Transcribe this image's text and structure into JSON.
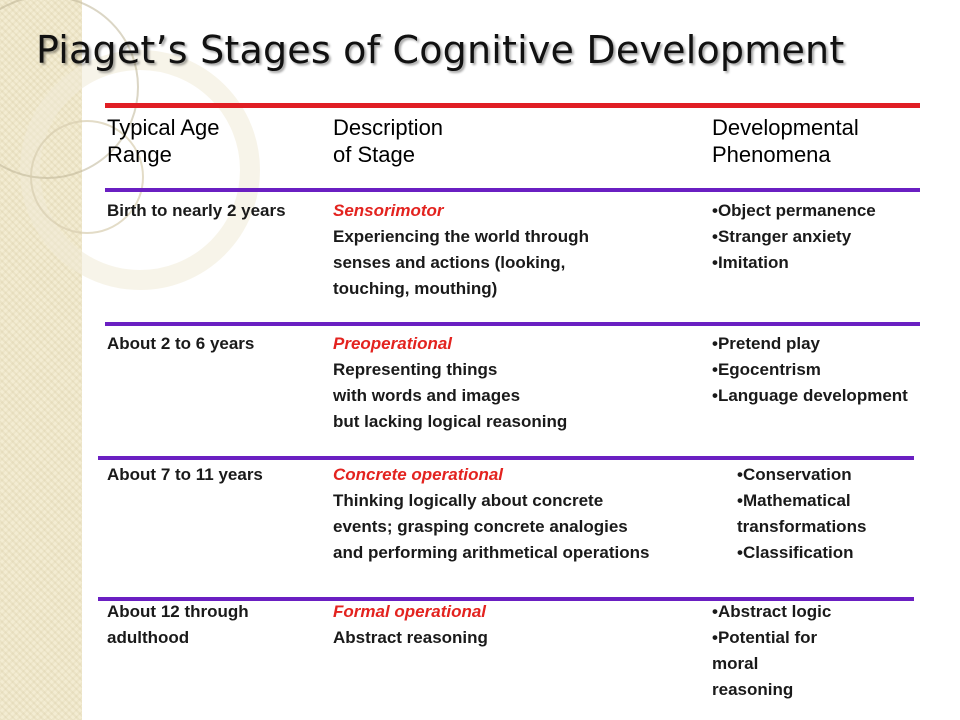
{
  "title": "Piaget’s Stages of Cognitive Development",
  "headers": [
    [
      "Typical Age",
      "Range"
    ],
    [
      "Description",
      "of Stage"
    ],
    [
      "Developmental",
      "Phenomena"
    ]
  ],
  "rows": [
    {
      "age": [
        "Birth to nearly 2 years"
      ],
      "stage": "Sensorimotor",
      "description": [
        "Experiencing the world through",
        "senses and actions (looking,",
        "touching, mouthing)"
      ],
      "phenomena": [
        "Object permanence",
        "Stranger anxiety",
        "Imitation"
      ],
      "phenomena_extra": []
    },
    {
      "age": [
        "About 2 to 6 years"
      ],
      "stage": "Preoperational",
      "description": [
        "Representing things",
        "with words and images",
        "but lacking logical reasoning"
      ],
      "phenomena": [
        "Pretend play",
        "Egocentrism",
        "Language development"
      ],
      "phenomena_extra": []
    },
    {
      "age": [
        "About 7 to 11 years"
      ],
      "stage": "Concrete operational",
      "description": [
        "Thinking logically about concrete",
        "events; grasping concrete analogies",
        "and performing arithmetical operations"
      ],
      "phenomena": [
        "Conservation",
        "Mathematical"
      ],
      "phenomena_extra": [
        "transformations"
      ],
      "phenomena_tail": [
        "Classification"
      ]
    },
    {
      "age": [
        "About 12 through",
        "adulthood"
      ],
      "stage": "Formal operational",
      "description": [
        "Abstract reasoning"
      ],
      "phenomena": [
        "Abstract logic",
        "Potential for"
      ],
      "phenomena_extra": [
        "moral",
        "reasoning"
      ]
    }
  ],
  "colors": {
    "title_rule": "#e01e24",
    "row_rule": "#6a1fc2",
    "stage_name": "#e3231f",
    "sidebar": "#f3ecd2"
  }
}
